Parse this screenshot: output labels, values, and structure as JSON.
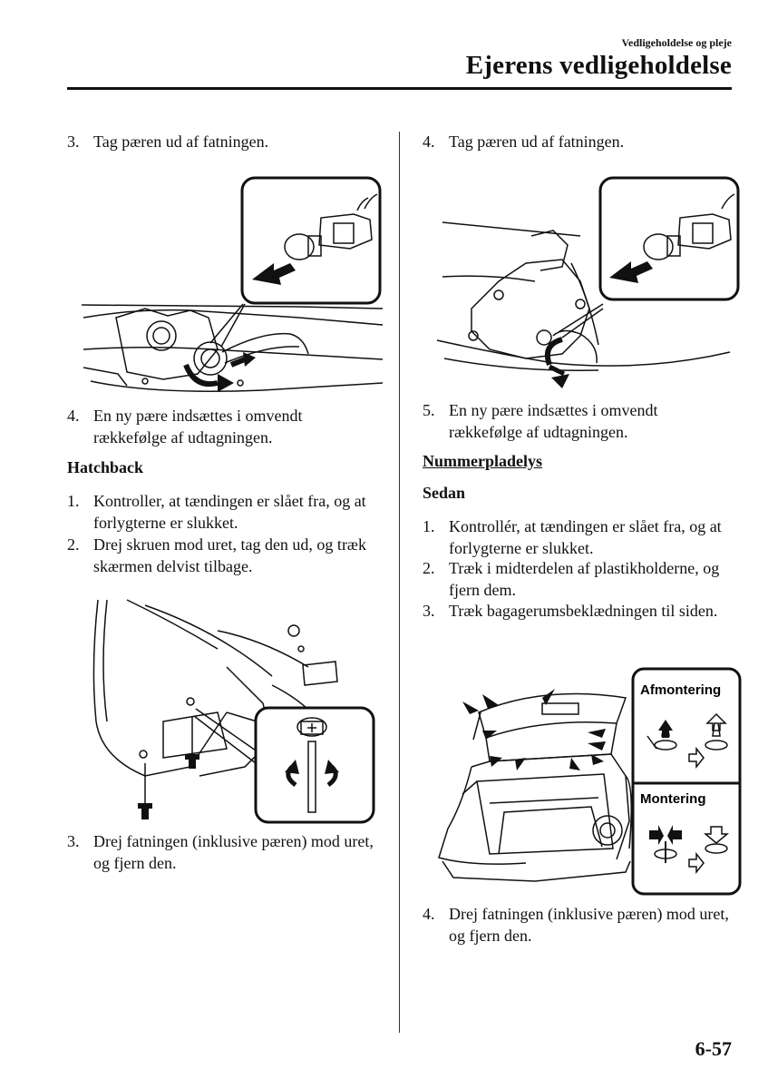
{
  "header": {
    "section": "Vedligeholdelse og pleje",
    "title": "Ejerens vedligeholdelse"
  },
  "left": {
    "step3a": {
      "num": "3.",
      "text": "Tag pæren ud af fatningen."
    },
    "step4a": {
      "num": "4.",
      "text": "En ny pære indsættes i omvendt rækkefølge af udtagningen."
    },
    "hatchback_heading": "Hatchback",
    "step1": {
      "num": "1.",
      "text": "Kontroller, at tændingen er slået fra, og at forlygterne er slukket."
    },
    "step2": {
      "num": "2.",
      "text": "Drej skruen mod uret, tag den ud, og træk skærmen delvist tilbage."
    },
    "step3b": {
      "num": "3.",
      "text": "Drej fatningen (inklusive pæren) mod uret, og fjern den."
    }
  },
  "right": {
    "step4a": {
      "num": "4.",
      "text": "Tag pæren ud af fatningen."
    },
    "step5": {
      "num": "5.",
      "text": "En ny pære indsættes i omvendt rækkefølge af udtagningen."
    },
    "license_heading": "Nummerpladelys",
    "sedan_heading": "Sedan",
    "step1": {
      "num": "1.",
      "text": "Kontrollér, at tændingen er slået fra, og at forlygterne er slukket."
    },
    "step2": {
      "num": "2.",
      "text": "Træk i midterdelen af plastikholderne, og fjern dem."
    },
    "step3": {
      "num": "3.",
      "text": "Træk bagagerumsbeklædningen til siden."
    },
    "step4b": {
      "num": "4.",
      "text": "Drej fatningen (inklusive pæren) mod uret, og fjern den."
    },
    "clip_box": {
      "removal": "Afmontering",
      "install": "Montering"
    }
  },
  "footer": {
    "page": "6-57"
  }
}
